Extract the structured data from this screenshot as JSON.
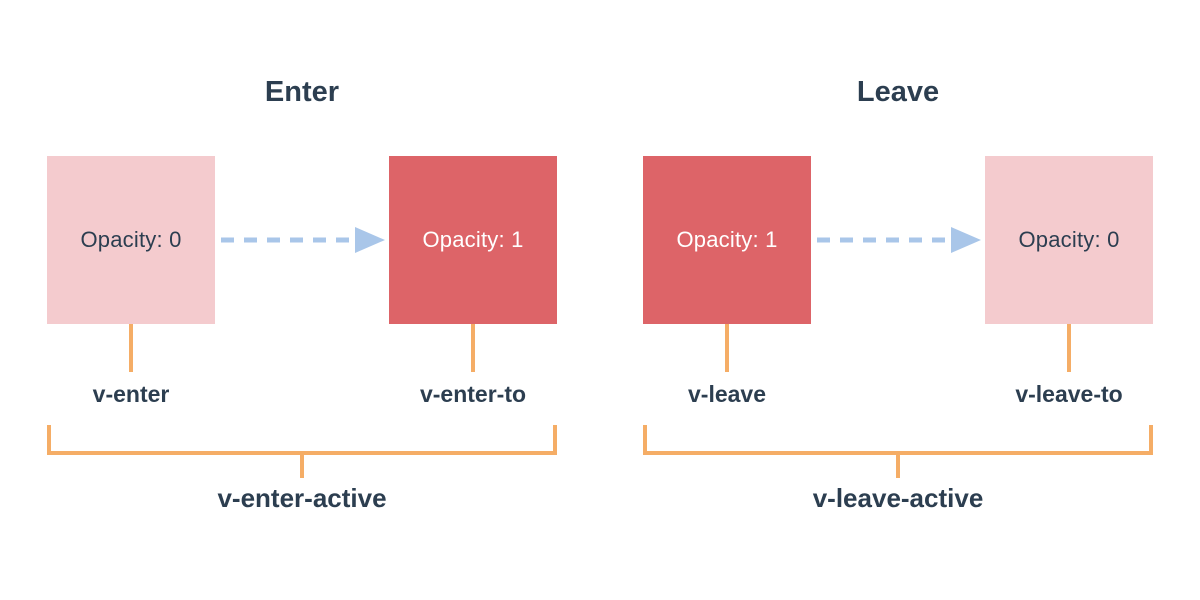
{
  "sections": [
    {
      "title": "Enter",
      "from_box_label": "Opacity: 0",
      "to_box_label": "Opacity: 1",
      "from_label": "v-enter",
      "to_label": "v-enter-to",
      "active_label": "v-enter-active"
    },
    {
      "title": "Leave",
      "from_box_label": "Opacity: 1",
      "to_box_label": "Opacity: 0",
      "from_label": "v-leave",
      "to_label": "v-leave-to",
      "active_label": "v-leave-active"
    }
  ],
  "icons": {
    "transition_arrow": "dashed-arrow-right"
  },
  "colors": {
    "text_dark": "#2c3e50",
    "box_faded_pink": "#f4cbce",
    "box_solid_red": "#dd6468",
    "arrow_blue": "#a9c6e9",
    "bracket_orange": "#f5ad66",
    "background": "#ffffff"
  }
}
